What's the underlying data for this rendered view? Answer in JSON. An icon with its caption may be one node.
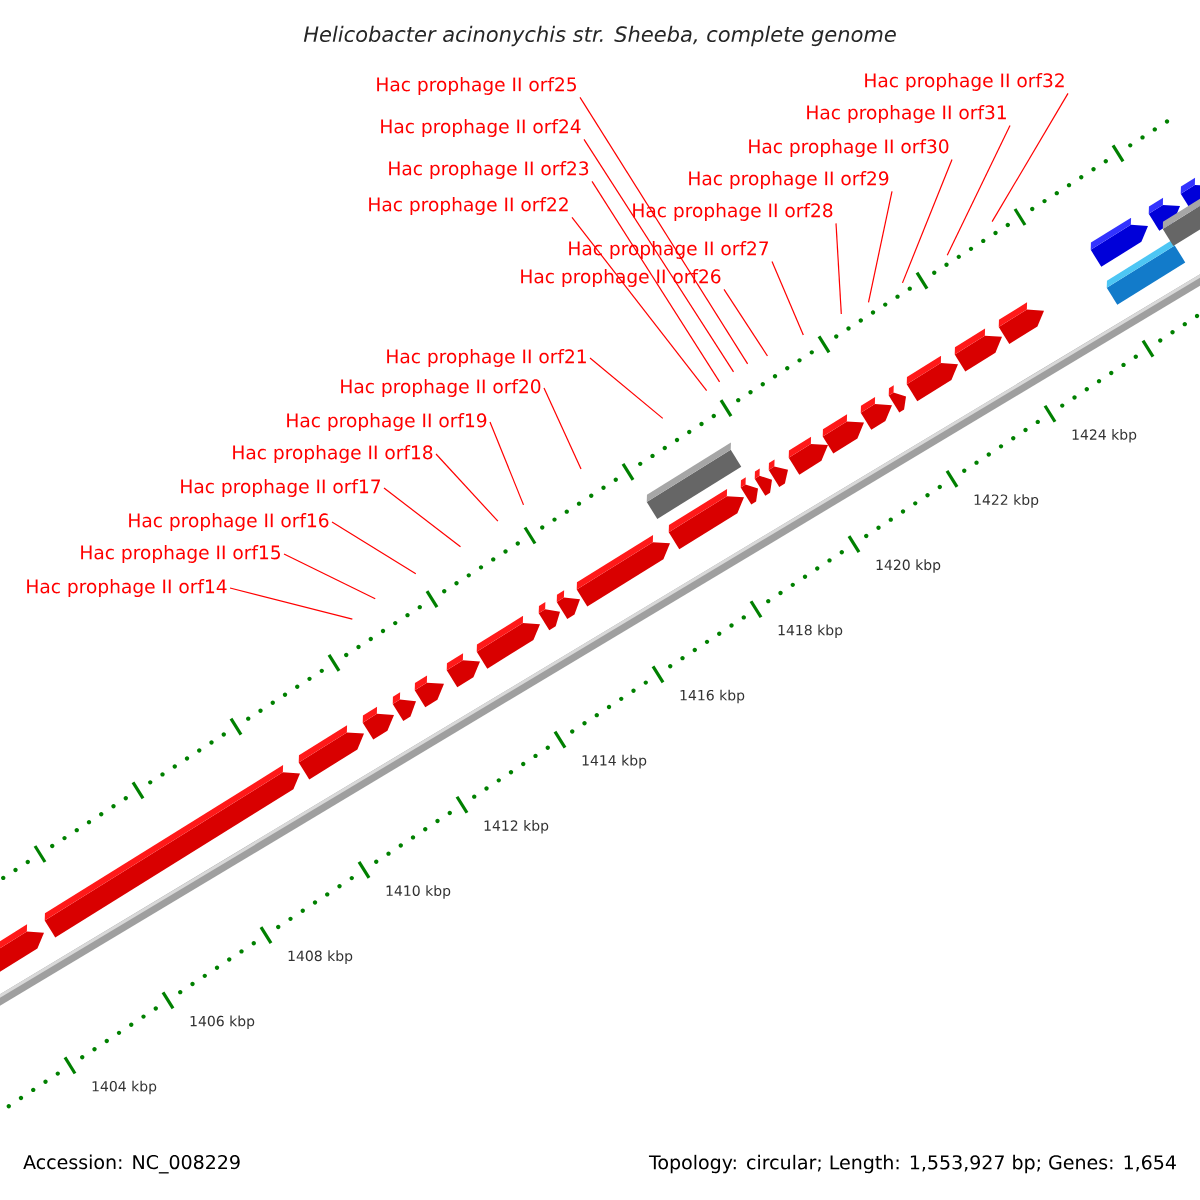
{
  "diagram": {
    "title": "Helicobacter acinonychis str. Sheeba, complete genome",
    "nodes": [
      {
        "text": [
          "Hac prophage II orf14"
        ]
      },
      {
        "text": [
          "Hac prophage II orf15"
        ]
      },
      {
        "text": [
          "Hac prophage II orf16"
        ]
      },
      {
        "text": [
          "Hac prophage II orf17"
        ]
      },
      {
        "text": [
          "Hac prophage II orf18"
        ]
      },
      {
        "text": [
          "Hac prophage II orf19"
        ]
      },
      {
        "text": [
          "Hac prophage II orf20"
        ]
      },
      {
        "text": [
          "Hac prophage II orf21"
        ]
      },
      {
        "text": [
          "Hac prophage II orf22"
        ]
      },
      {
        "text": [
          "Hac prophage II orf23"
        ]
      },
      {
        "text": [
          "Hac prophage II orf24"
        ]
      },
      {
        "text": [
          "Hac prophage II orf25"
        ]
      },
      {
        "text": [
          "Hac prophage II orf26"
        ]
      },
      {
        "text": [
          "Hac prophage II orf27"
        ]
      },
      {
        "text": [
          "Hac prophage II orf28"
        ]
      },
      {
        "text": [
          "Hac prophage II orf29"
        ]
      },
      {
        "text": [
          "Hac prophage II orf30"
        ]
      },
      {
        "text": [
          "Hac prophage II orf31"
        ]
      },
      {
        "text": [
          "Hac prophage II orf32"
        ]
      }
    ],
    "edges": [
      {
        "from": 0,
        "to": null,
        "arrow": "none"
      },
      {
        "from": 1,
        "to": null,
        "arrow": "none"
      },
      {
        "from": 2,
        "to": null,
        "arrow": "none"
      },
      {
        "from": 3,
        "to": null,
        "arrow": "none"
      },
      {
        "from": 4,
        "to": null,
        "arrow": "none"
      },
      {
        "from": 5,
        "to": null,
        "arrow": "none"
      },
      {
        "from": 6,
        "to": null,
        "arrow": "none"
      },
      {
        "from": 7,
        "to": null,
        "arrow": "none"
      },
      {
        "from": 8,
        "to": null,
        "arrow": "none"
      },
      {
        "from": 9,
        "to": null,
        "arrow": "none"
      },
      {
        "from": 10,
        "to": null,
        "arrow": "none"
      },
      {
        "from": 11,
        "to": null,
        "arrow": "none"
      },
      {
        "from": 12,
        "to": null,
        "arrow": "none"
      },
      {
        "from": 13,
        "to": null,
        "arrow": "none"
      },
      {
        "from": 14,
        "to": null,
        "arrow": "none"
      },
      {
        "from": 15,
        "to": null,
        "arrow": "none"
      },
      {
        "from": 16,
        "to": null,
        "arrow": "none"
      },
      {
        "from": 17,
        "to": null,
        "arrow": "none"
      },
      {
        "from": 18,
        "to": null,
        "arrow": "none"
      }
    ],
    "labels": [
      "1424 kbp",
      "1422 kbp",
      "1420 kbp",
      "1418 kbp",
      "1416 kbp",
      "1414 kbp",
      "1412 kbp",
      "1410 kbp",
      "1408 kbp",
      "1406 kbp",
      "1404 kbp",
      "Accession: NC_008229",
      "Topology: circular; Length: 1,553,927 bp; Genes: 1,654"
    ]
  }
}
